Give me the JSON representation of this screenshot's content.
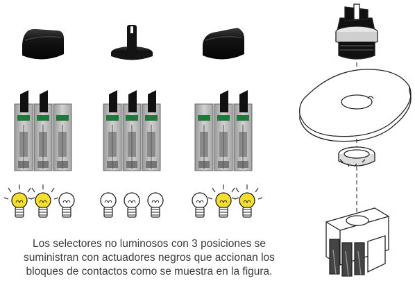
{
  "caption": {
    "line1": "Los selectores no luminosos con 3 posiciones se",
    "line2": "suministran con actuadores negros que accionan los",
    "line3": "bloques de contactos como se muestra en la figura."
  },
  "configurations": [
    {
      "position": "left",
      "lamps_lit": [
        true,
        true,
        false
      ]
    },
    {
      "position": "center",
      "lamps_lit": [
        false,
        false,
        false
      ]
    },
    {
      "position": "right",
      "lamps_lit": [
        false,
        true,
        true
      ]
    }
  ],
  "colors": {
    "knob": "#141414",
    "block_body": "#c2c2c2",
    "block_dark": "#8a8a8a",
    "contact_green": "#1f7a3a",
    "lamp_lit": "#f4e02a",
    "lamp_off": "#ffffff",
    "line": "#222222",
    "text": "#3b3b3b"
  },
  "icons": [
    "selector-knob-icon",
    "contact-block-icon",
    "lamp-bulb-icon",
    "exploded-assembly-icon"
  ]
}
